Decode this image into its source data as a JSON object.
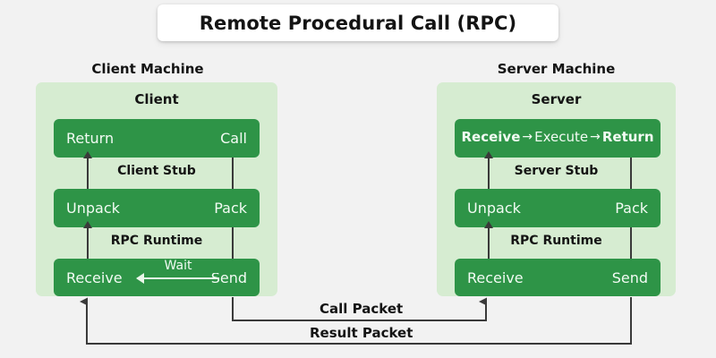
{
  "title": "Remote Procedural Call (RPC)",
  "client": {
    "machine_caption": "Client Machine",
    "panel_title": "Client",
    "top_box": {
      "left": "Return",
      "right": "Call"
    },
    "stub_label": "Client Stub",
    "mid_box": {
      "left": "Unpack",
      "right": "Pack"
    },
    "runtime_label": "RPC Runtime",
    "bottom_box": {
      "left": "Receive",
      "right": "Send",
      "wait_label": "Wait"
    }
  },
  "server": {
    "machine_caption": "Server Machine",
    "panel_title": "Server",
    "top_box": {
      "step1": "Receive",
      "sep1": "→",
      "step2": "Execute",
      "sep2": "→",
      "step3": "Return"
    },
    "stub_label": "Server Stub",
    "mid_box": {
      "left": "Unpack",
      "right": "Pack"
    },
    "runtime_label": "RPC Runtime",
    "bottom_box": {
      "left": "Receive",
      "right": "Send"
    }
  },
  "packets": {
    "call": "Call Packet",
    "result": "Result Packet"
  },
  "colors": {
    "page_background": "#f2f2f2",
    "panel_background": "#d6ecd1",
    "box_green": "#2e9447",
    "box_text": "#f2fbf3",
    "connector": "#3a3a3a",
    "title_card": "#ffffff",
    "text": "#141414"
  }
}
